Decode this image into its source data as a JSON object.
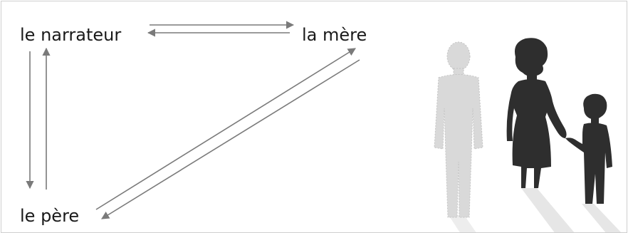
{
  "nodes": {
    "narrator": "le narrateur",
    "mother": "la mère",
    "father": "le père"
  },
  "relations": [
    {
      "from": "narrator",
      "to": "mother"
    },
    {
      "from": "mother",
      "to": "narrator"
    },
    {
      "from": "narrator",
      "to": "father"
    },
    {
      "from": "father",
      "to": "narrator"
    },
    {
      "from": "father",
      "to": "mother"
    },
    {
      "from": "mother",
      "to": "father"
    }
  ],
  "illustration": {
    "figures": [
      "faded-man-silhouette",
      "woman-silhouette",
      "child-silhouette"
    ]
  },
  "colors": {
    "arrow": "#7a7a7a",
    "text": "#1a1a1a",
    "silhouette_dark": "#2e2e2e",
    "silhouette_faded": "#d9d9d9",
    "shadow": "#e6e6e6"
  }
}
